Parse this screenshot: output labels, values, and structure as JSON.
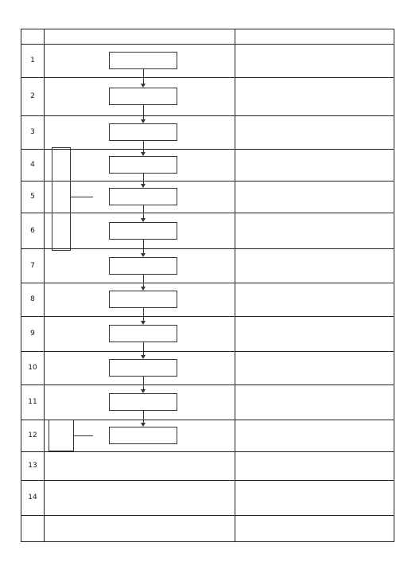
{
  "header": {
    "corner_label": "",
    "flow_title": "",
    "desc_title": ""
  },
  "rows": [
    {
      "num": "1",
      "step": "",
      "step_sub": "",
      "desc": ""
    },
    {
      "num": "2",
      "step": "",
      "step_sub": "",
      "desc": ""
    },
    {
      "num": "3",
      "step": "",
      "step_sub": "",
      "desc": ""
    },
    {
      "num": "4",
      "step": "",
      "step_sub": "",
      "desc": ""
    },
    {
      "num": "5",
      "step": "",
      "step_sub": "",
      "desc": ""
    },
    {
      "num": "6",
      "step": "",
      "step_sub": "",
      "desc": ""
    },
    {
      "num": "7",
      "step": "",
      "step_sub": "",
      "desc": ""
    },
    {
      "num": "8",
      "step": "",
      "step_sub": "",
      "desc": ""
    },
    {
      "num": "9",
      "step": "",
      "step_sub": "",
      "desc": ""
    },
    {
      "num": "10",
      "step": "",
      "step_sub": "",
      "desc": ""
    },
    {
      "num": "11",
      "step": "",
      "step_sub": "",
      "desc": ""
    },
    {
      "num": "12",
      "step": "",
      "step_sub": "",
      "desc": ""
    },
    {
      "num": "13",
      "step": "",
      "step_sub": "",
      "desc": ""
    },
    {
      "num": "14",
      "step": "",
      "step_sub": "",
      "desc": ""
    }
  ],
  "side_boxes": {
    "modify": "",
    "inspect": "",
    "inspect_sub": ""
  },
  "footer": {
    "label": "",
    "text": ""
  },
  "colors": {
    "line": "#222222",
    "highlight": "#b8a400",
    "red": "#c01010"
  }
}
